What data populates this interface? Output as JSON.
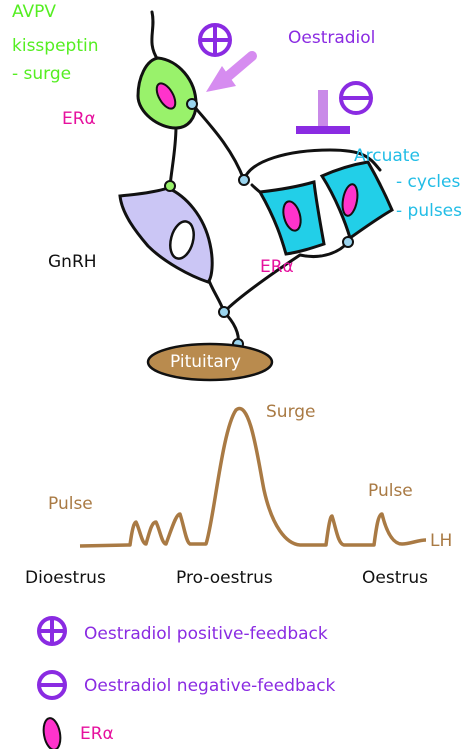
{
  "colors": {
    "avpv": "#55ee22",
    "oestradiol": "#8a2be2",
    "er_alpha": "#e6119e",
    "arcuate": "#22bde6",
    "gnrh_cell": "#cbc6f5",
    "pituitary": "#b98b4e",
    "lh_trace": "#a97a44",
    "neuron_line": "#111111",
    "synapse": "#9ad4ee"
  },
  "labels": {
    "avpv_line1": "AVPV",
    "avpv_line2": "kisspeptin",
    "avpv_line3": "- surge",
    "oestradiol": "Oestradiol",
    "er_alpha_top": "ERα",
    "er_alpha_mid": "ERα",
    "arcuate": "Arcuate",
    "arcuate_cycles": "- cycles",
    "arcuate_pulses": "- pulses",
    "gnrh": "GnRH",
    "pituitary": "Pituitary"
  },
  "chart": {
    "surge": "Surge",
    "pulse_left": "Pulse",
    "pulse_right": "Pulse",
    "lh": "LH",
    "phases": [
      "Dioestrus",
      "Pro-oestrus",
      "Oestrus"
    ]
  },
  "legend": [
    {
      "icon": "plus-circle-icon",
      "label": "Oestradiol positive-feedback"
    },
    {
      "icon": "minus-circle-icon",
      "label": "Oestradiol negative-feedback"
    },
    {
      "icon": "er-alpha-icon",
      "label": "ERα"
    }
  ]
}
